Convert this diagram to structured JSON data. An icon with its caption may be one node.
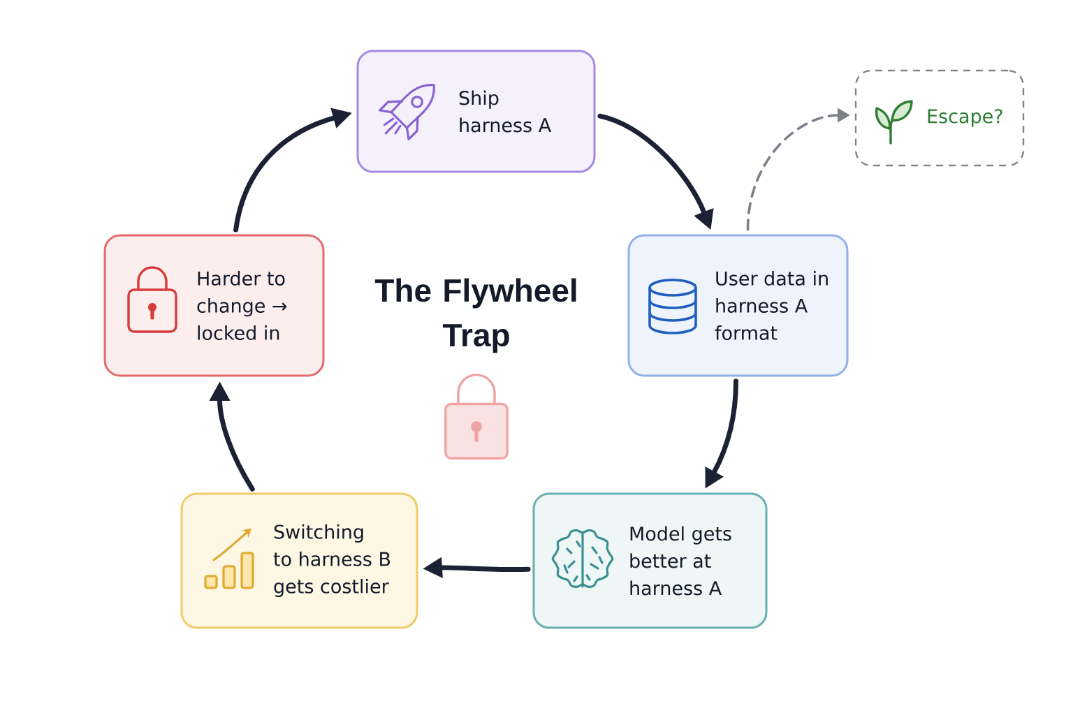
{
  "diagram": {
    "title": "The Flywheel Trap",
    "nodes": [
      {
        "text": [
          "Ship harness A"
        ]
      },
      {
        "text": [
          "User data in harness A format"
        ]
      },
      {
        "text": [
          "Model gets better at harness A"
        ]
      },
      {
        "text": [
          "Switching to harness B gets costlier"
        ]
      },
      {
        "text": [
          "Harder to change → locked in"
        ]
      },
      {
        "text": [
          "Escape?"
        ]
      }
    ],
    "edges": [
      {
        "from": 0,
        "to": 1,
        "arrow": "to"
      },
      {
        "from": 1,
        "to": 2,
        "arrow": "to"
      },
      {
        "from": 2,
        "to": 3,
        "arrow": "to"
      },
      {
        "from": 3,
        "to": 4,
        "arrow": "to"
      },
      {
        "from": 4,
        "to": 0,
        "arrow": "to"
      },
      {
        "from": 1,
        "to": 5,
        "arrow": "to",
        "style": "dashed",
        "color": "#7b8089"
      }
    ]
  }
}
